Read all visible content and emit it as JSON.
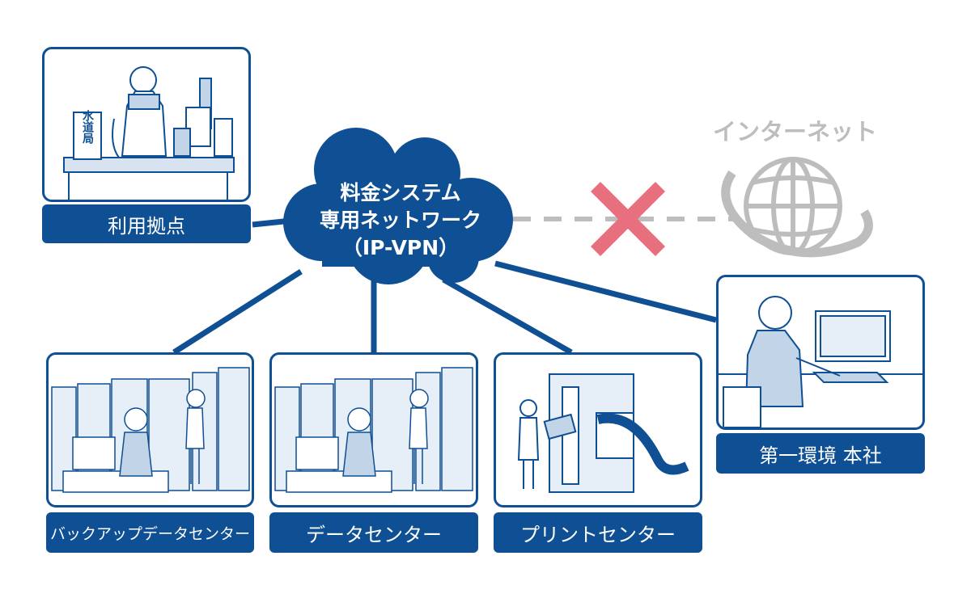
{
  "cloud": {
    "line1": "料金システム",
    "line2": "専用ネットワーク",
    "line3": "（IP-VPN）"
  },
  "internet": {
    "label": "インターネット",
    "blocked_icon": "x-mark-icon",
    "globe_icon": "globe-icon"
  },
  "sites": {
    "riyo": {
      "label": "利用拠点",
      "sign": "水道局"
    },
    "backup": {
      "label": "バックアップデータセンター"
    },
    "datacenter": {
      "label": "データセンター"
    },
    "print": {
      "label": "プリントセンター"
    },
    "honsha": {
      "label": "第一環境 本社"
    }
  },
  "colors": {
    "primary": "#0f4f93",
    "connector": "#0f4f93",
    "blocked": "#e8707e",
    "internet": "#bdbdbd"
  }
}
